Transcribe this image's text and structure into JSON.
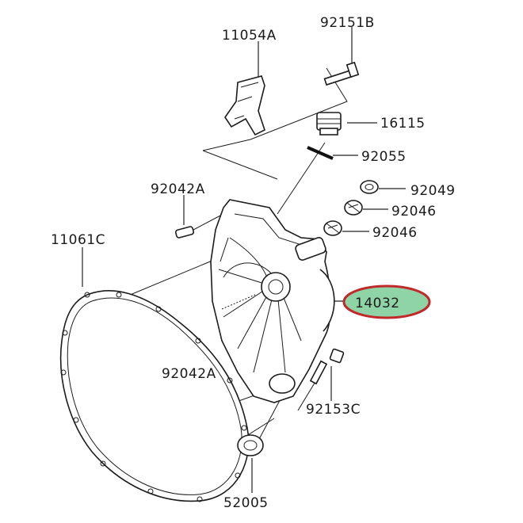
{
  "labels": {
    "p11054A": "11054A",
    "p92151B": "92151B",
    "p16115": "16115",
    "p92055": "92055",
    "p92042A_top": "92042A",
    "p92049": "92049",
    "p92046_a": "92046",
    "p92046_b": "92046",
    "p11061C": "11061C",
    "p14032": "14032",
    "p92042A_bottom": "92042A",
    "p92153C": "92153C",
    "p52005": "52005"
  },
  "highlight": {
    "part": "14032",
    "ellipse_stroke": "#c0282a",
    "ellipse_fill": "#8fd4a6",
    "text_color": "#2e7d4f"
  }
}
